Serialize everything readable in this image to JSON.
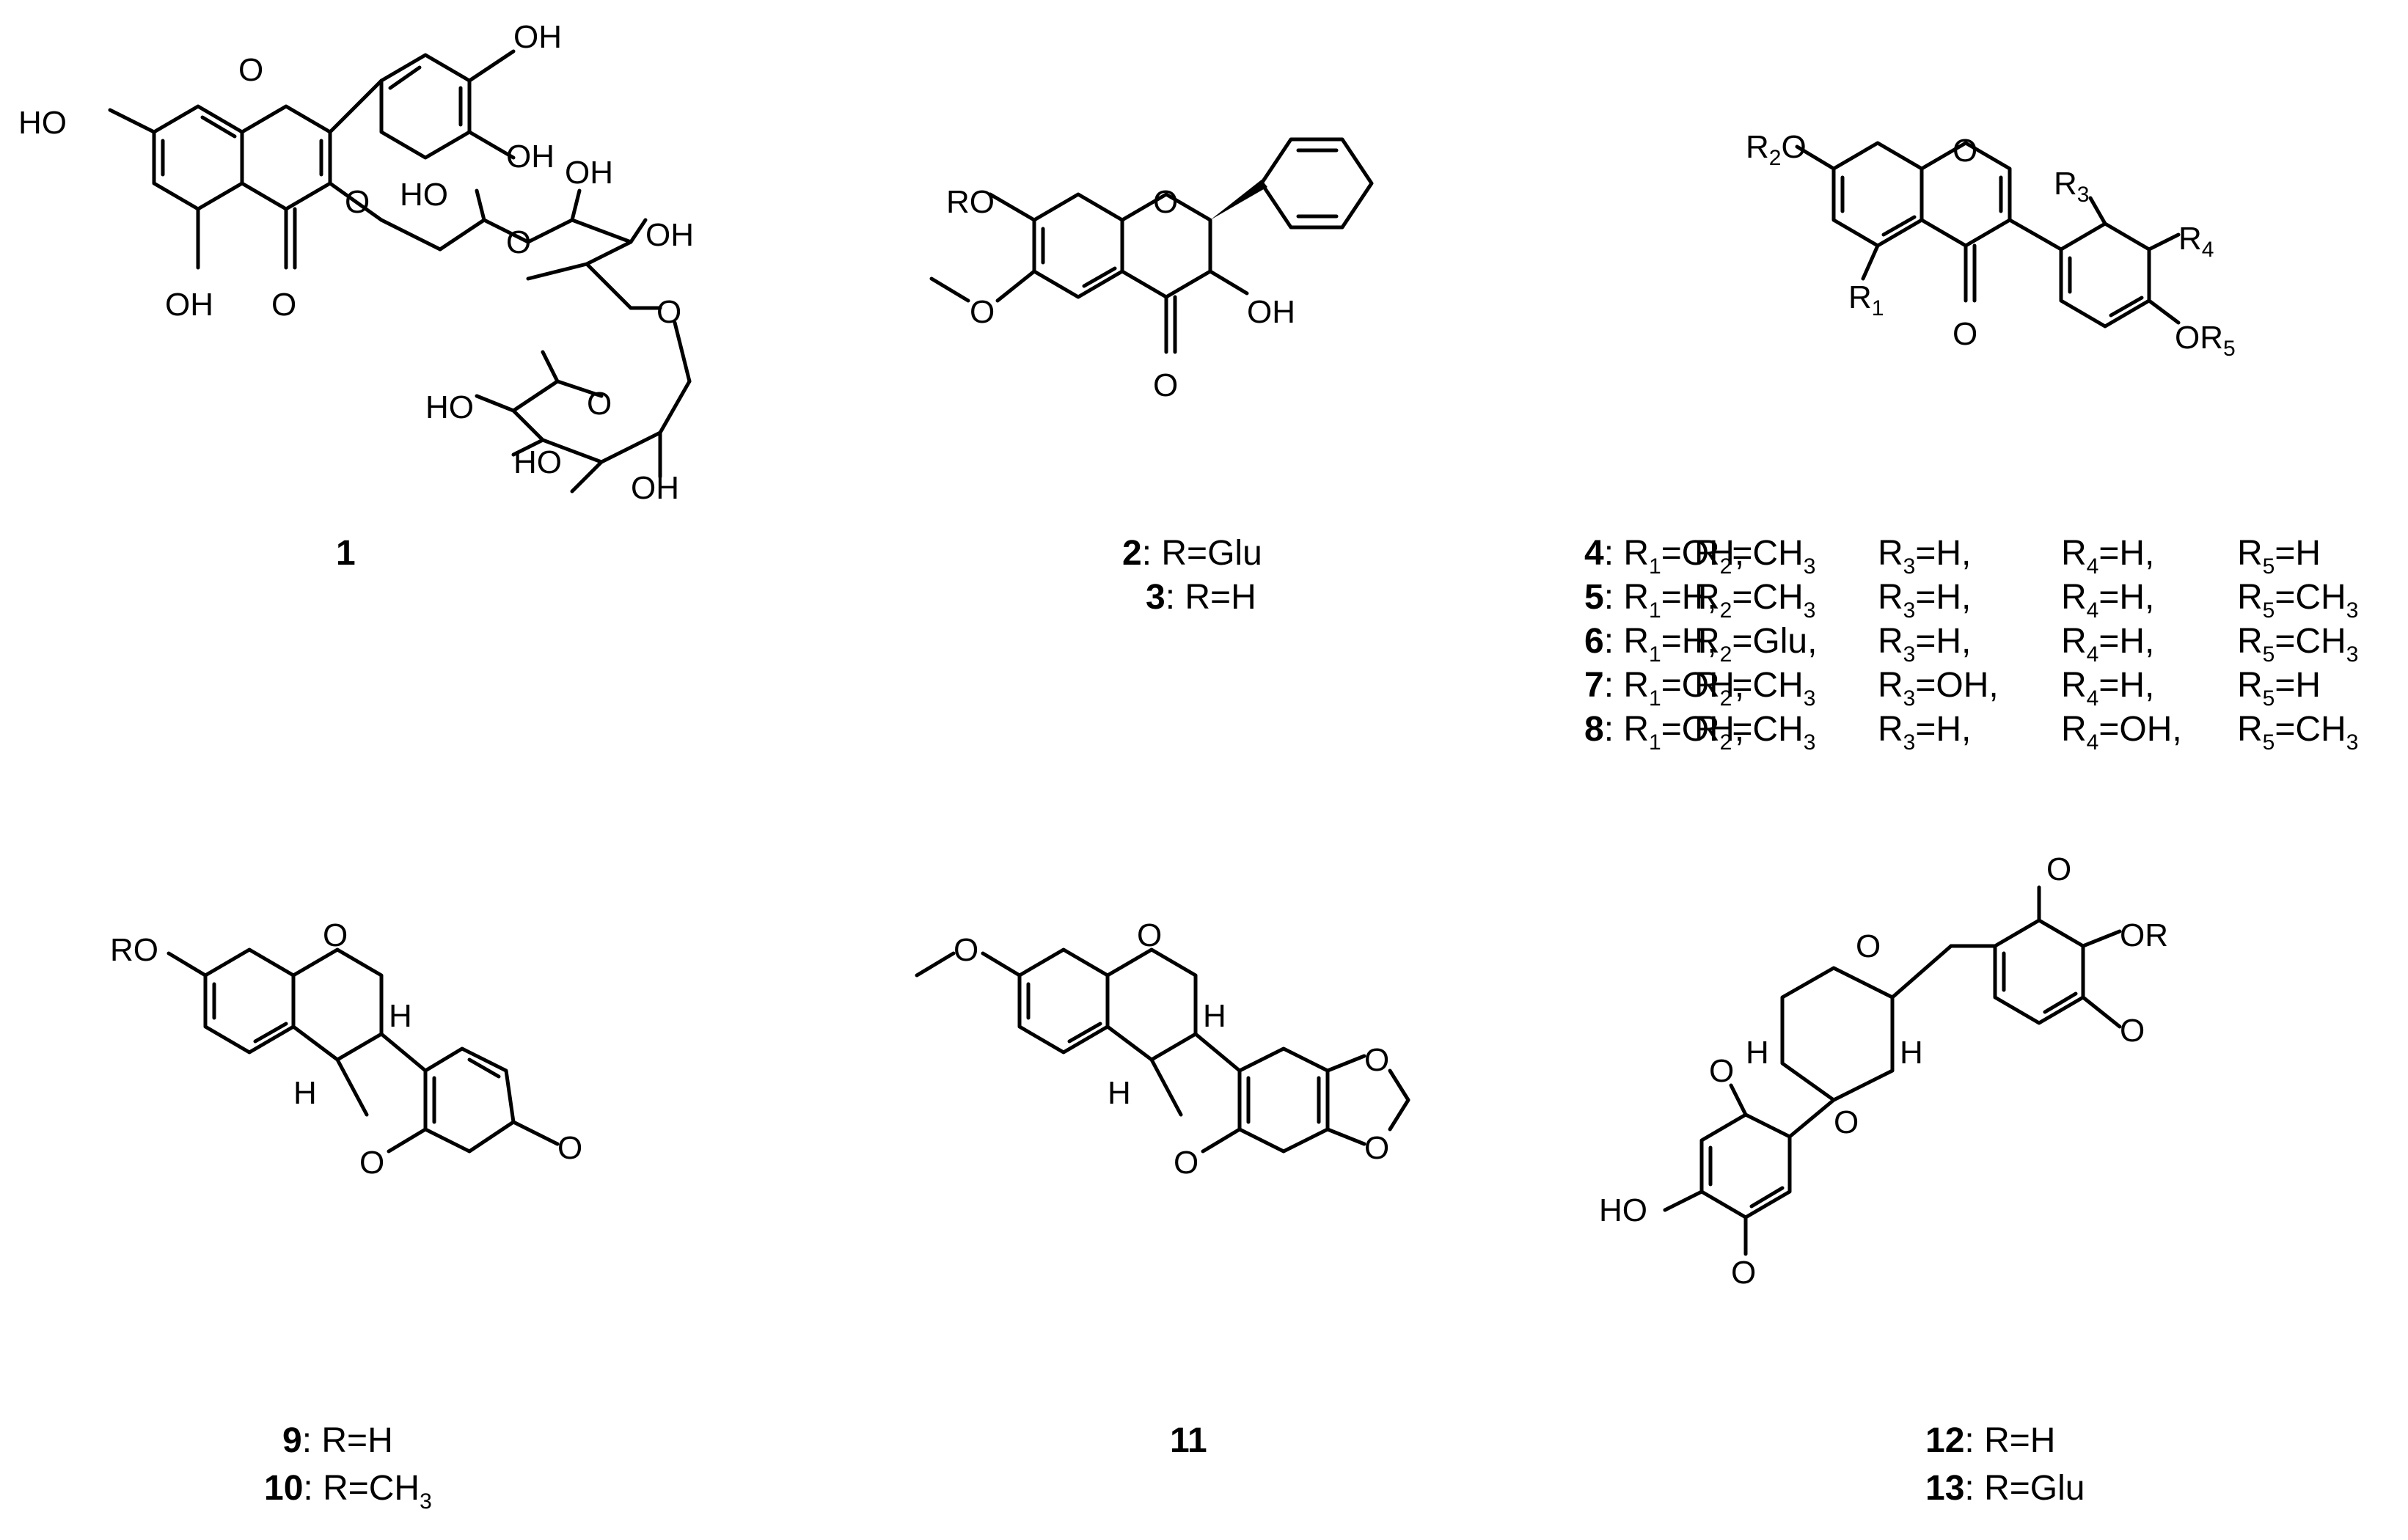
{
  "compounds": [
    {
      "id": "1",
      "captions": [
        {
          "num": "1",
          "text": ""
        }
      ]
    },
    {
      "id": "2-3",
      "captions": [
        {
          "num": "2",
          "text": ": R=Glu"
        },
        {
          "num": "3",
          "text": ": R=H"
        }
      ]
    },
    {
      "id": "4-8",
      "captions": [
        {
          "num": "4",
          "r1": "=OH,",
          "r2": "=CH",
          "r2s": "3",
          "r3": "=H,",
          "r4": "=H,",
          "r5": "=H",
          "r5s": ""
        },
        {
          "num": "5",
          "r1": "=H,",
          "r2": "=CH",
          "r2s": "3",
          "r3": "=H,",
          "r4": "=H,",
          "r5": "=CH",
          "r5s": "3"
        },
        {
          "num": "6",
          "r1": "=H,",
          "r2": "=Glu,",
          "r2s": "",
          "r3": "=H,",
          "r4": "=H,",
          "r5": "=CH",
          "r5s": "3"
        },
        {
          "num": "7",
          "r1": "=OH,",
          "r2": "=CH",
          "r2s": "3",
          "r3": "=OH,",
          "r4": "=H,",
          "r5": "=H",
          "r5s": ""
        },
        {
          "num": "8",
          "r1": "=OH,",
          "r2": "=CH",
          "r2s": "3",
          "r3": "=H,",
          "r4": "=OH,",
          "r5": "=CH",
          "r5s": "3"
        }
      ]
    },
    {
      "id": "9-10",
      "captions": [
        {
          "num": "9",
          "text": ": R=H"
        },
        {
          "num": "10",
          "text": ": R=CH",
          "sub": "3"
        }
      ]
    },
    {
      "id": "11",
      "captions": [
        {
          "num": "11",
          "text": ""
        }
      ]
    },
    {
      "id": "12-13",
      "captions": [
        {
          "num": "12",
          "text": ": R=H"
        },
        {
          "num": "13",
          "text": ": R=Glu"
        }
      ]
    }
  ],
  "atom_labels": {
    "oh": "OH",
    "ho": "HO",
    "o": "O",
    "ro": "RO",
    "or": "OR",
    "h": "H",
    "r": "R",
    "r1": "1",
    "r2": "2",
    "r3": "3",
    "r4": "4",
    "r5": "5"
  }
}
